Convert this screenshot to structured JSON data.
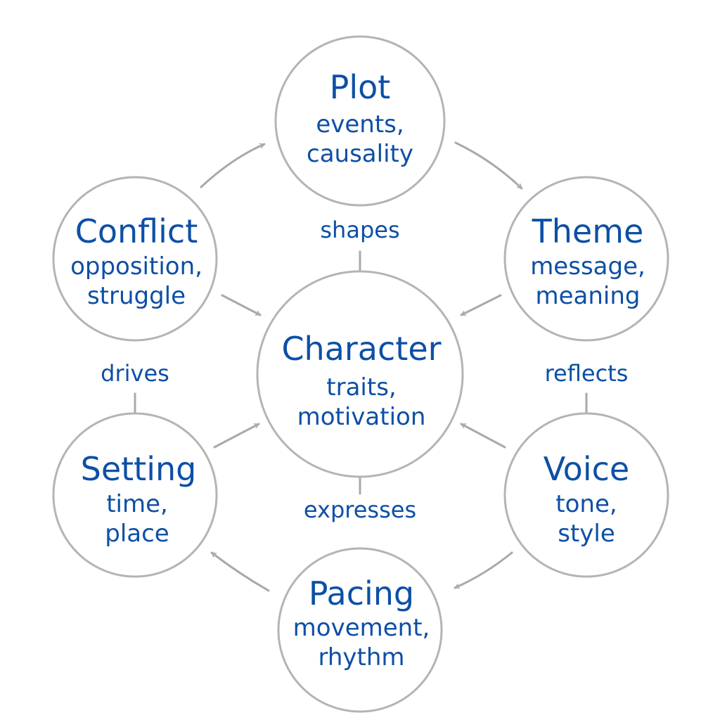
{
  "diagram": {
    "nodes": {
      "plot": {
        "title": "Plot",
        "line1": "events,",
        "line2": "causality"
      },
      "conflict": {
        "title": "Conflict",
        "line1": "opposition,",
        "line2": "struggle"
      },
      "theme": {
        "title": "Theme",
        "line1": "message,",
        "line2": "meaning"
      },
      "character": {
        "title": "Character",
        "line1": "traits,",
        "line2": "motivation"
      },
      "setting": {
        "title": "Setting",
        "line1": "time,",
        "line2": "place"
      },
      "voice": {
        "title": "Voice",
        "line1": "tone,",
        "line2": "style"
      },
      "pacing": {
        "title": "Pacing",
        "line1": "movement,",
        "line2": "rhythm"
      }
    },
    "labels": {
      "shapes": "shapes",
      "drives": "drives",
      "reflects": "reflects",
      "expresses": "expresses"
    },
    "colors": {
      "text": "#0d4fa6",
      "circle_stroke": "#b4b4b4",
      "connector": "#a9a9a9"
    }
  }
}
